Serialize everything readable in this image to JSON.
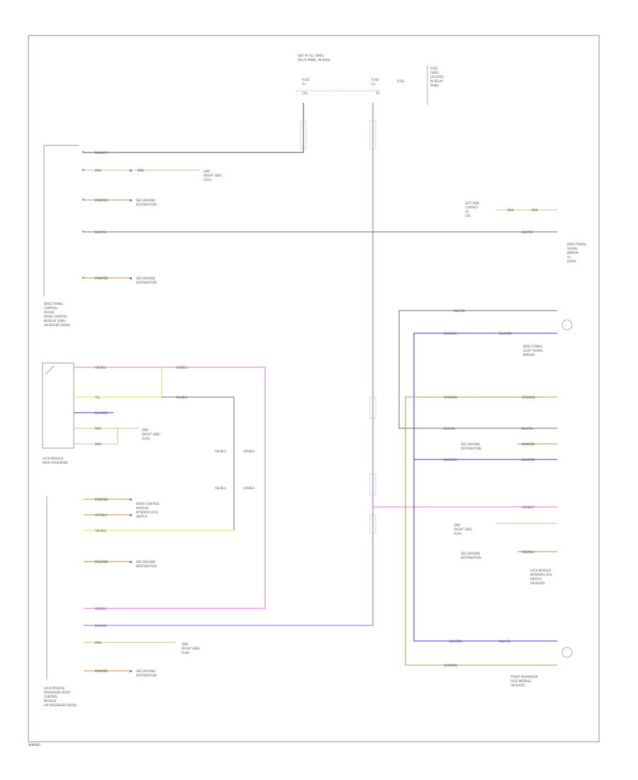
{
  "colors": {
    "frame": "#888888",
    "black_wire": "#6f6f6f",
    "violet_wire": "#b07cf0",
    "blue_wire": "#5b5be8",
    "pink_wire": "#ec86ec",
    "yellow_wire": "#e8e86c",
    "green_wire": "#92c860",
    "brown_wire": "#c8a060",
    "tan_wire": "#d9c8a0"
  },
  "labels": {
    "fuse_header": [
      "HOT AT ALL TIMES",
      "RELAY PANEL, IN DASH"
    ],
    "fuse_a": [
      "FUSE",
      "(1)",
      "15A"
    ],
    "fuse_b": [
      "FUSE",
      "(1)",
      "5A"
    ],
    "fuse_note": [
      "FUSE",
      "(SIZE)",
      "LOCATED",
      "IN RELAY",
      "PANEL"
    ],
    "ground_top": [
      "GND",
      "(RIGHT SIDE)",
      "(G44)"
    ],
    "cluster_note": [
      "SEE GROUND",
      "DISTRIBUTION"
    ],
    "module_top": [
      "DIRECTIONAL",
      "CONTROL",
      "DRIVER",
      "DOOR CONTROL",
      "MODULE (J386)",
      "(IN DRIVER DOOR)"
    ],
    "right_top": [
      "DIRECTIONAL",
      "SIGNAL",
      "MIRROR",
      "(L)",
      "DOOR"
    ],
    "left_splice": [
      "LEFT SIDE",
      "CONTACT",
      "(S)",
      "(T8)"
    ],
    "right_item": [
      "DIRECTIONAL",
      "LIGHT SIGNAL",
      "MIRROR"
    ],
    "driver_switch": [
      "LOCK MODULE",
      "REAR PASSENGER"
    ],
    "passenger_door": [
      "DOOR CONTROL",
      "MODULE",
      "INTERIOR LOCK",
      "SWITCH"
    ],
    "bottom_module": [
      "LOCK MODULE",
      "PASSENGER DOOR",
      "CONTROL",
      "MODULE",
      "(IN PASSENGER DOOR)"
    ],
    "right_mid": [
      "LOCK MODULE",
      "INTERIOR LOCK",
      "SWITCH",
      "(IN DOOR)"
    ],
    "right_bottom": [
      "FRONT PASSENGER",
      "LOCK MODULE",
      "(IN DOOR)"
    ],
    "bottom_left": "WIRING"
  },
  "wire_codes": [
    "BLU/WHT",
    "BRN",
    "BRN/RED",
    "BLK/YEL",
    "BLK/GRN",
    "GRY/BLU",
    "YEL",
    "YEL/BLU",
    "VIO/BLU",
    "BLU/RED",
    "BLK/WHT",
    "GRN/BRN",
    "BLU/YEL",
    "BLK/VIO",
    "RED/BLK",
    "VIO/WHT"
  ]
}
